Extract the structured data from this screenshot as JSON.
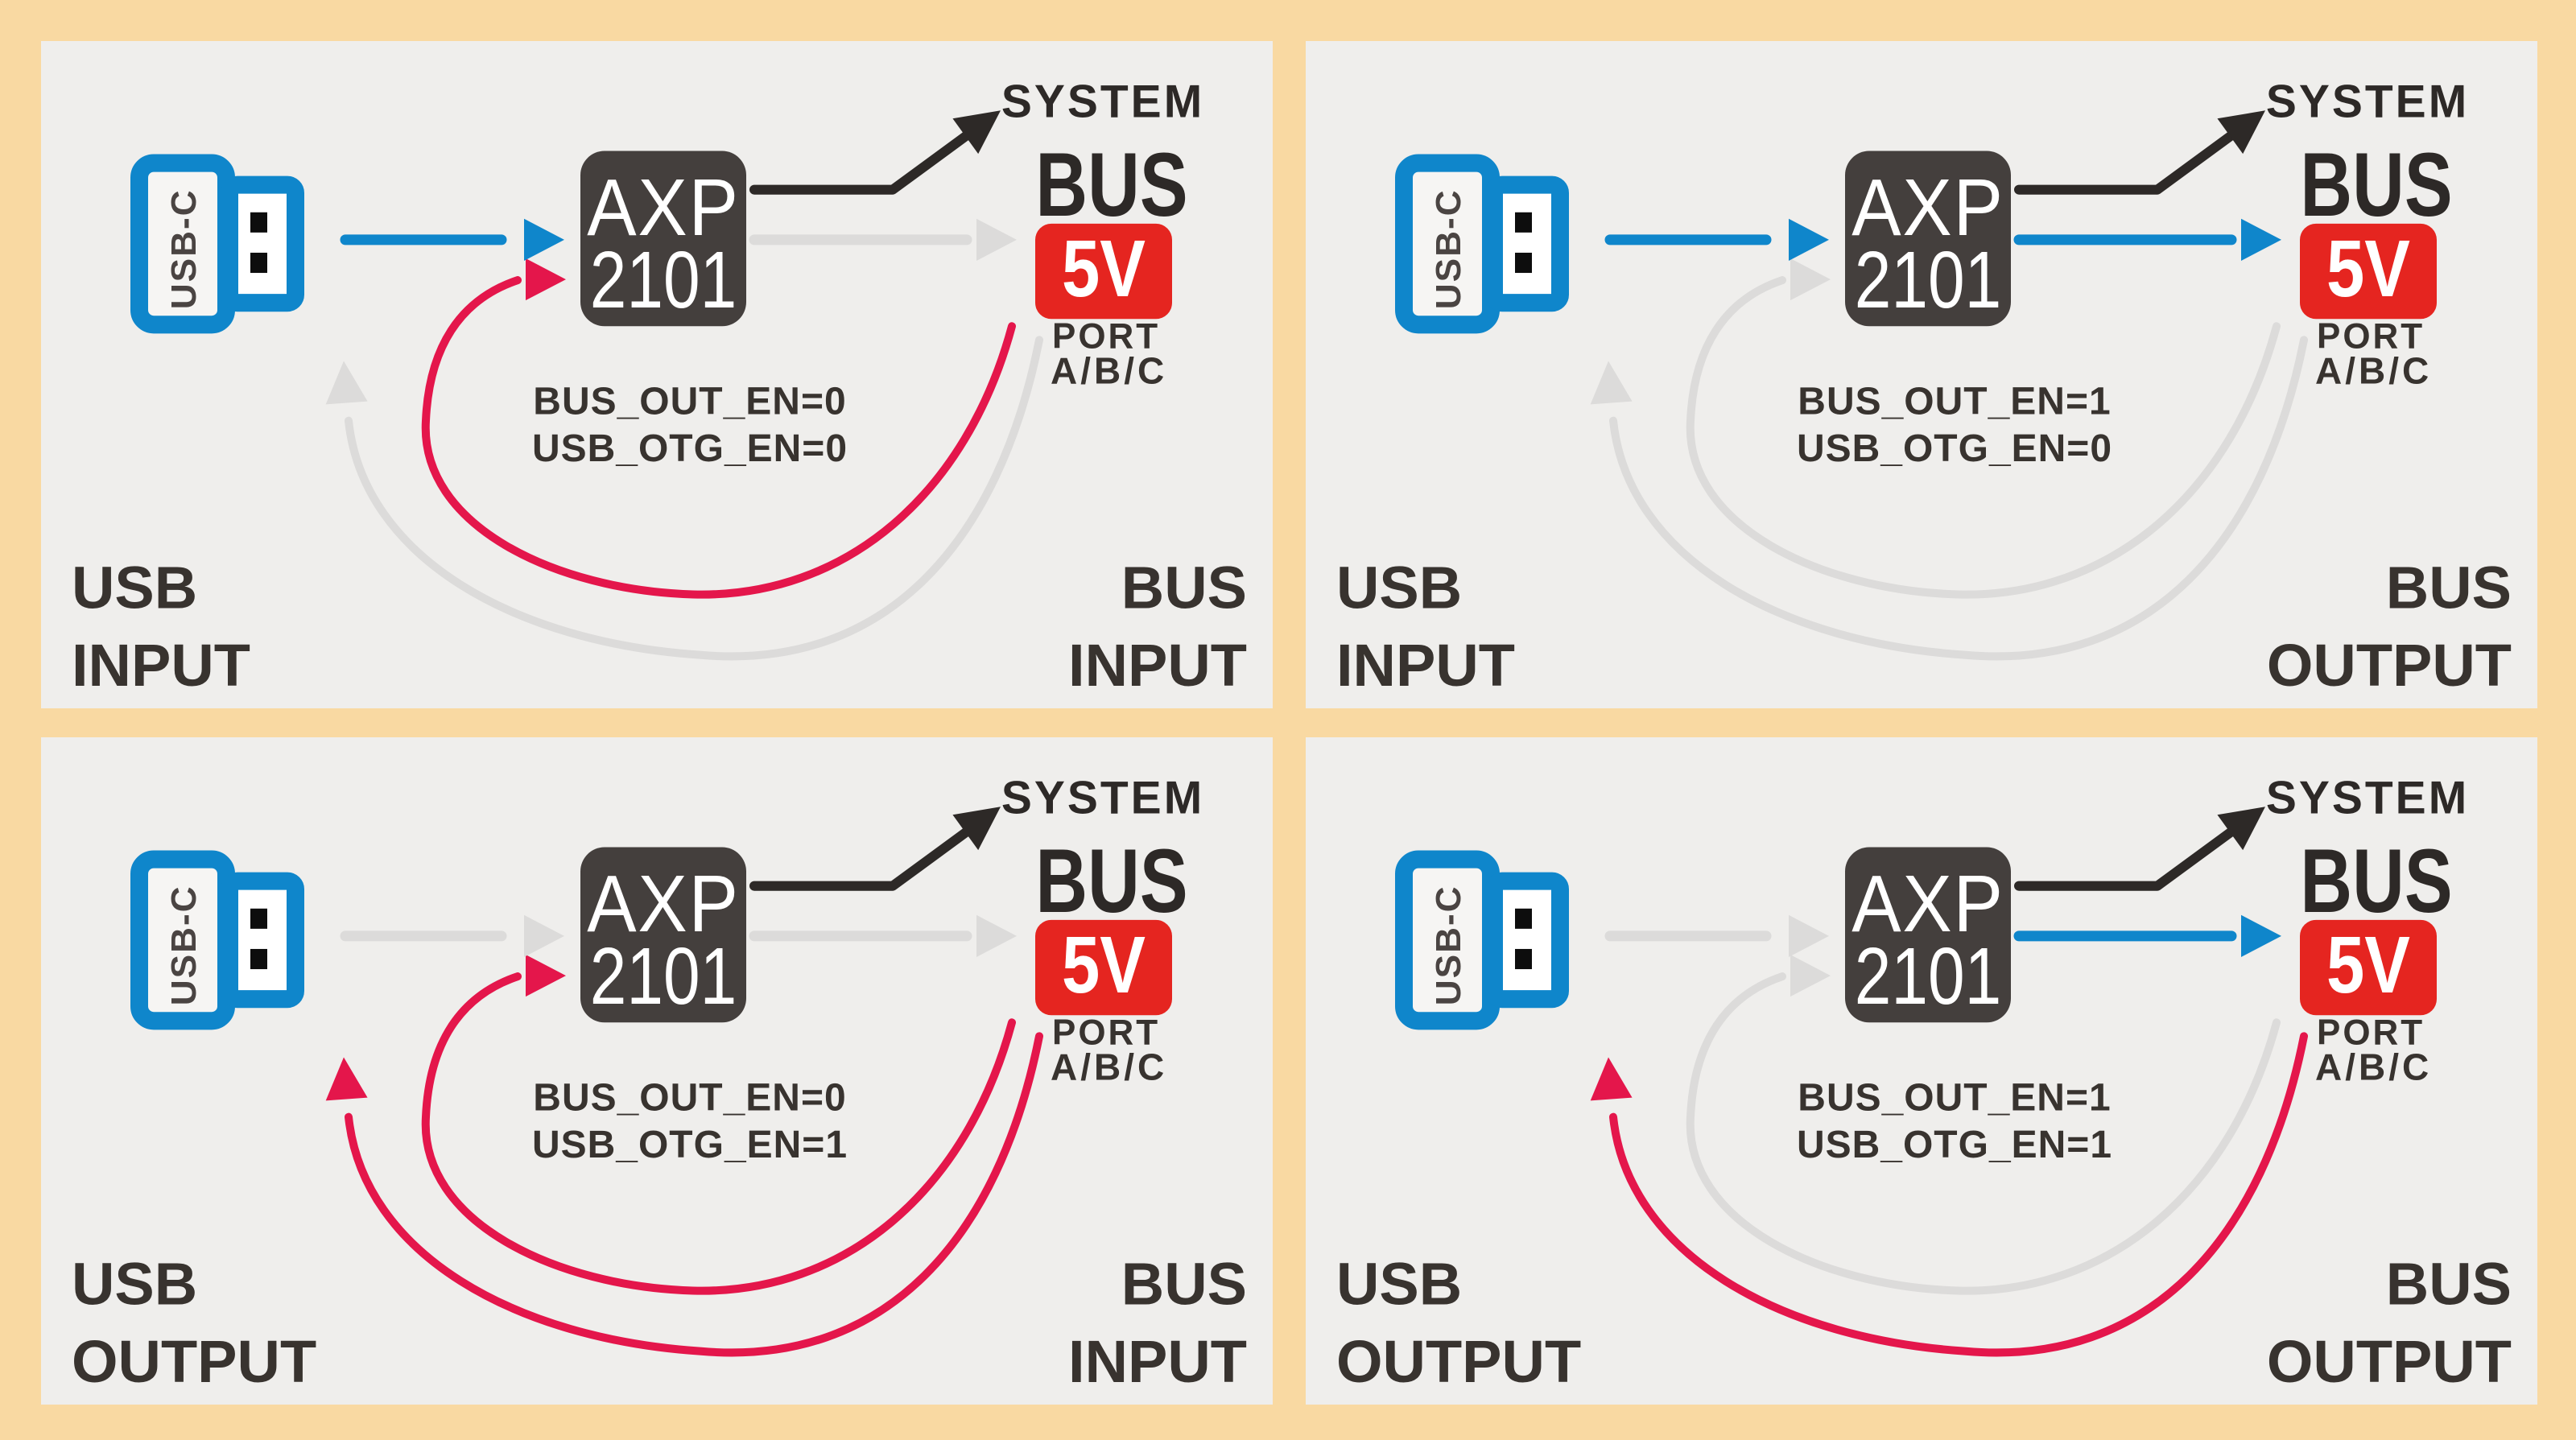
{
  "colors": {
    "background_peach": "#f9d9a2",
    "panel_gray": "#efeeec",
    "active_blue": "#0f86cb",
    "active_red": "#e4164b",
    "inactive_gray": "#dcdbda",
    "bus_5v_red": "#e52520",
    "chip_dark": "#443f3d",
    "line_black": "#2d2927",
    "text_dark": "#38332f"
  },
  "common": {
    "usb_c_label": "USB-C",
    "chip_line1": "AXP",
    "chip_line2": "2101",
    "system_label": "SYSTEM",
    "bus_label": "BUS",
    "bus_voltage": "5V",
    "port_label": "PORT",
    "port_names": "A/B/C"
  },
  "panels": [
    {
      "id": "usb-input-bus-input",
      "registers": [
        "BUS_OUT_EN=0",
        "USB_OTG_EN=0"
      ],
      "left_label": [
        "USB",
        "INPUT"
      ],
      "right_label": [
        "BUS",
        "INPUT"
      ],
      "usb_line_color": "#0f86cb",
      "bus_line_color": "#dcdbda",
      "bus_curve_color": "#e4164b",
      "usb_curve_color": "#dcdbda"
    },
    {
      "id": "usb-input-bus-output",
      "registers": [
        "BUS_OUT_EN=1",
        "USB_OTG_EN=0"
      ],
      "left_label": [
        "USB",
        "INPUT"
      ],
      "right_label": [
        "BUS",
        "OUTPUT"
      ],
      "usb_line_color": "#0f86cb",
      "bus_line_color": "#0f86cb",
      "bus_curve_color": "#dcdbda",
      "usb_curve_color": "#dcdbda"
    },
    {
      "id": "usb-output-bus-input",
      "registers": [
        "BUS_OUT_EN=0",
        "USB_OTG_EN=1"
      ],
      "left_label": [
        "USB",
        "OUTPUT"
      ],
      "right_label": [
        "BUS",
        "INPUT"
      ],
      "usb_line_color": "#dcdbda",
      "bus_line_color": "#dcdbda",
      "bus_curve_color": "#e4164b",
      "usb_curve_color": "#e4164b"
    },
    {
      "id": "usb-output-bus-output",
      "registers": [
        "BUS_OUT_EN=1",
        "USB_OTG_EN=1"
      ],
      "left_label": [
        "USB",
        "OUTPUT"
      ],
      "right_label": [
        "BUS",
        "OUTPUT"
      ],
      "usb_line_color": "#dcdbda",
      "bus_line_color": "#0f86cb",
      "bus_curve_color": "#dcdbda",
      "usb_curve_color": "#e4164b"
    }
  ]
}
